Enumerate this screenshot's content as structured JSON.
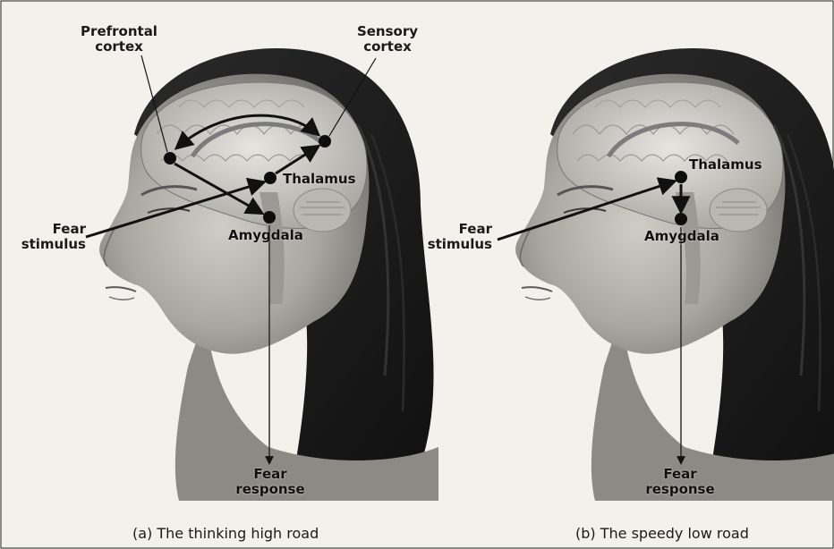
{
  "panel_a": {
    "labels": {
      "prefrontal_line1": "Prefrontal",
      "prefrontal_line2": "cortex",
      "sensory_line1": "Sensory",
      "sensory_line2": "cortex",
      "thalamus": "Thalamus",
      "amygdala": "Amygdala",
      "fear_stimulus_line1": "Fear",
      "fear_stimulus_line2": "stimulus",
      "fear_response_line1": "Fear",
      "fear_response_line2": "response"
    },
    "caption": "(a) The thinking high road"
  },
  "panel_b": {
    "labels": {
      "thalamus": "Thalamus",
      "amygdala": "Amygdala",
      "fear_stimulus_line1": "Fear",
      "fear_stimulus_line2": "stimulus",
      "fear_response_line1": "Fear",
      "fear_response_line2": "response"
    },
    "caption": "(b) The speedy low road"
  }
}
